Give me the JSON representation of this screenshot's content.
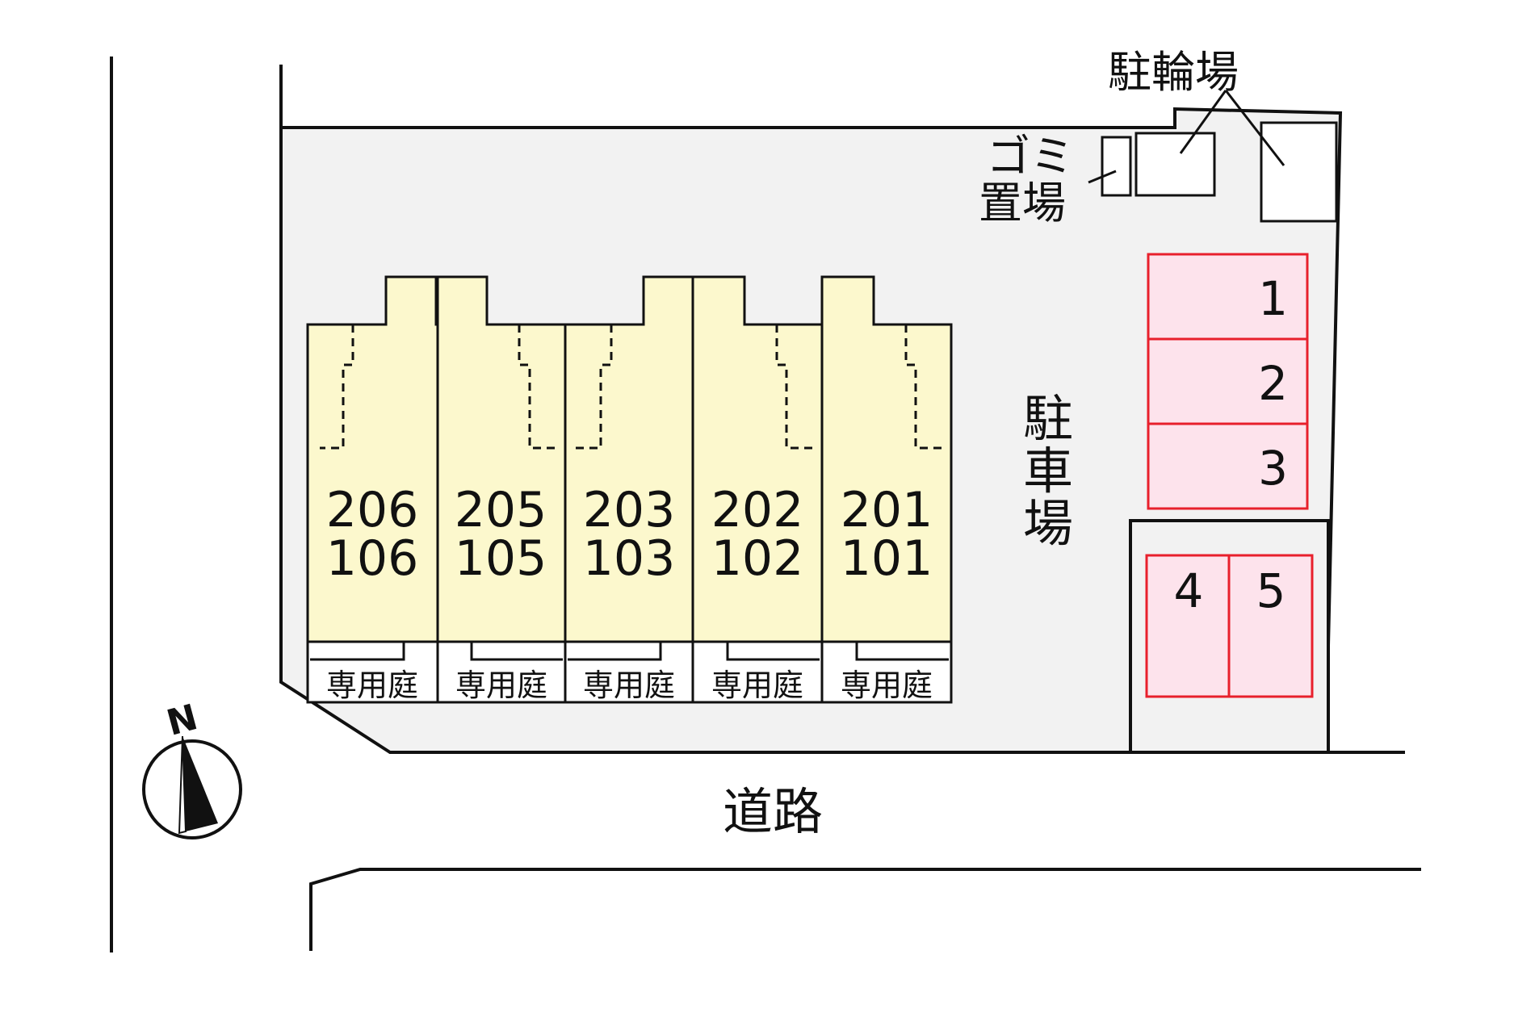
{
  "colors": {
    "lot": "#f2f2f2",
    "building": "#fcf8cd",
    "parking_fill": "#fde3ec",
    "parking_stroke": "#e8202c",
    "line": "#111111"
  },
  "units": [
    {
      "upper": "206",
      "lower": "106",
      "garden": "専用庭"
    },
    {
      "upper": "205",
      "lower": "105",
      "garden": "専用庭"
    },
    {
      "upper": "203",
      "lower": "103",
      "garden": "専用庭"
    },
    {
      "upper": "202",
      "lower": "102",
      "garden": "専用庭"
    },
    {
      "upper": "201",
      "lower": "101",
      "garden": "専用庭"
    }
  ],
  "labels": {
    "bicycle_parking": "駐輪場",
    "garbage_line1": "ゴミ",
    "garbage_line2": "置場",
    "parking_chars": [
      "駐",
      "車",
      "場"
    ],
    "road": "道路"
  },
  "parking_spaces": [
    "1",
    "2",
    "3",
    "4",
    "5"
  ],
  "compass": {
    "direction": "N",
    "icon": "north-arrow-icon"
  }
}
